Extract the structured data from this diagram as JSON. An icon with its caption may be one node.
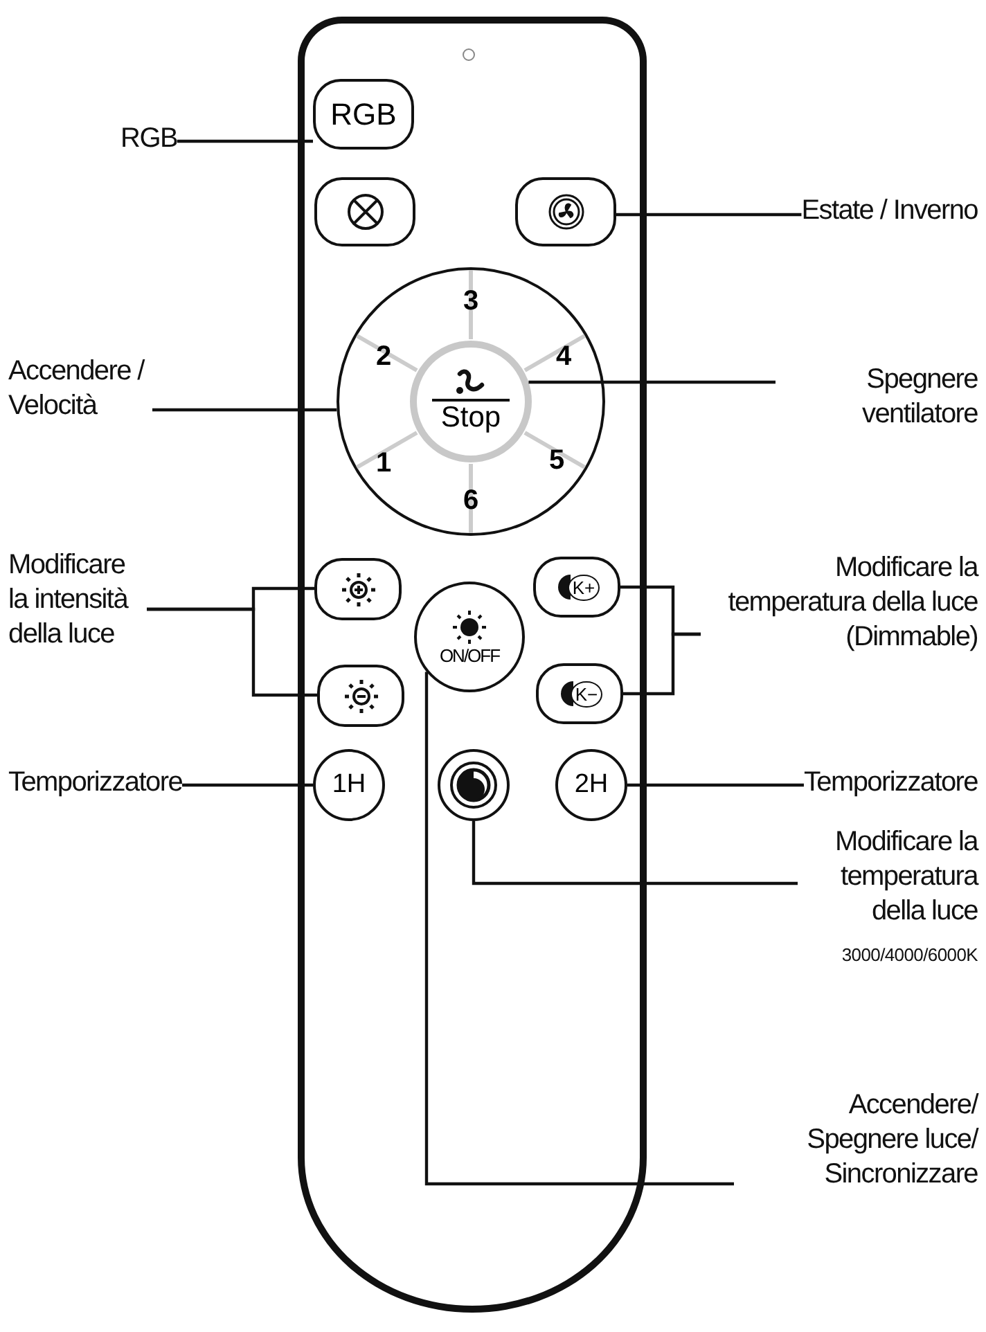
{
  "diagram": {
    "nodes": [
      {
        "text": [],
        "shape": "box"
      },
      {
        "text": [
          "RGB"
        ]
      },
      {
        "text": [
          "RGB"
        ],
        "in": 0
      },
      {
        "text": [],
        "shape": "box",
        "in": 0
      },
      {
        "text": [],
        "shape": "box",
        "in": 0
      },
      {
        "text": [
          "Estate / Inverno"
        ]
      },
      {
        "text": [
          "Accendere / Velocità"
        ]
      },
      {
        "text": [
          "3",
          "2",
          "4",
          "1",
          "5",
          "6"
        ],
        "in": 0
      },
      {
        "text": [
          "Stop"
        ],
        "in": 7
      },
      {
        "text": [
          "Spegnere ventilatore"
        ]
      },
      {
        "text": [
          "Modificare la intensità della luce"
        ]
      },
      {
        "text": [],
        "shape": "box",
        "in": 0
      },
      {
        "text": [],
        "shape": "box",
        "in": 0
      },
      {
        "text": [
          "ON/OFF"
        ],
        "in": 0
      },
      {
        "text": [
          "K+"
        ],
        "in": 0
      },
      {
        "text": [
          "K−"
        ],
        "in": 0
      },
      {
        "text": [
          "Modificare la temperatura della luce (Dimmable)"
        ]
      },
      {
        "text": [
          "Temporizzatore"
        ]
      },
      {
        "text": [
          "1H"
        ],
        "in": 0
      },
      {
        "text": [],
        "shape": "circle",
        "in": 0
      },
      {
        "text": [
          "2H"
        ],
        "in": 0
      },
      {
        "text": [
          "Temporizzatore"
        ]
      },
      {
        "text": [
          "Modificare la temperatura della luce",
          "3000/4000/6000K"
        ]
      },
      {
        "text": [
          "Accendere/ Spegnere luce/ Sincronizzare"
        ]
      }
    ],
    "edges": [
      {
        "from": 1,
        "to": 2,
        "arrow": "none"
      },
      {
        "from": 5,
        "to": 4,
        "arrow": "none"
      },
      {
        "from": 6,
        "to": 7,
        "arrow": "none"
      },
      {
        "from": 9,
        "to": 8,
        "arrow": "none"
      },
      {
        "from": 10,
        "to": 11,
        "arrow": "none"
      },
      {
        "from": 10,
        "to": 12,
        "arrow": "none"
      },
      {
        "from": 16,
        "to": 14,
        "arrow": "none"
      },
      {
        "from": 16,
        "to": 15,
        "arrow": "none"
      },
      {
        "from": 17,
        "to": 18,
        "arrow": "none"
      },
      {
        "from": 21,
        "to": 20,
        "arrow": "none"
      },
      {
        "from": 22,
        "to": 19,
        "arrow": "none"
      },
      {
        "from": 23,
        "to": 13,
        "arrow": "none"
      }
    ]
  }
}
